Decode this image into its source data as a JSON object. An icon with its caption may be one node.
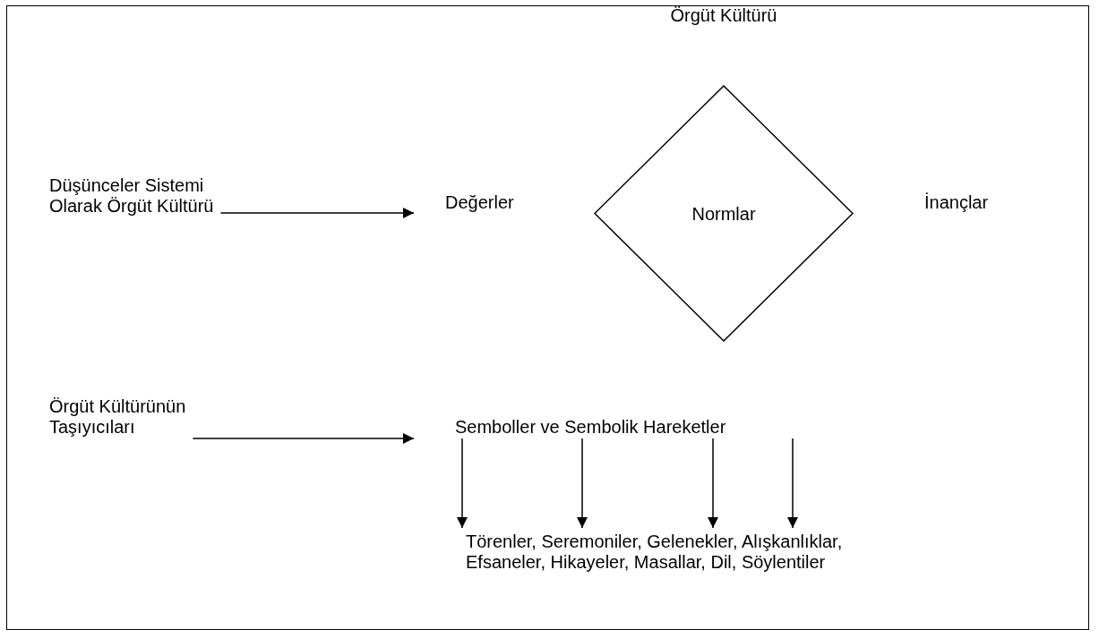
{
  "diagram": {
    "nodes": [
      {
        "text": [
          "Düşünceler Sistemi Olarak Örgüt Kültürü"
        ]
      },
      {
        "text": [
          "Değerler"
        ]
      },
      {
        "text": [
          "Normlar"
        ]
      },
      {
        "text": [
          "Örgüt Kültürünün Taşıyıcıları"
        ]
      },
      {
        "text": [
          "Semboller ve Sembolik Hareketler"
        ]
      },
      {
        "text": [
          "Törenler, Seremoniler, Gelenekler, Alışkanlıklar, Efsaneler, Hikayeler, Masallar, Dil, Söylentiler"
        ]
      }
    ],
    "edges": [
      {
        "from": 0,
        "to": 1,
        "arrow": "to"
      },
      {
        "from": 3,
        "to": 4,
        "arrow": "to"
      },
      {
        "from": 4,
        "to": 5,
        "arrow": "to"
      },
      {
        "from": 4,
        "to": 5,
        "arrow": "to"
      },
      {
        "from": 4,
        "to": 5,
        "arrow": "to"
      },
      {
        "from": 4,
        "to": 5,
        "arrow": "to"
      }
    ],
    "labels": [
      "Örgüt Kültürü",
      "İnançlar"
    ]
  }
}
